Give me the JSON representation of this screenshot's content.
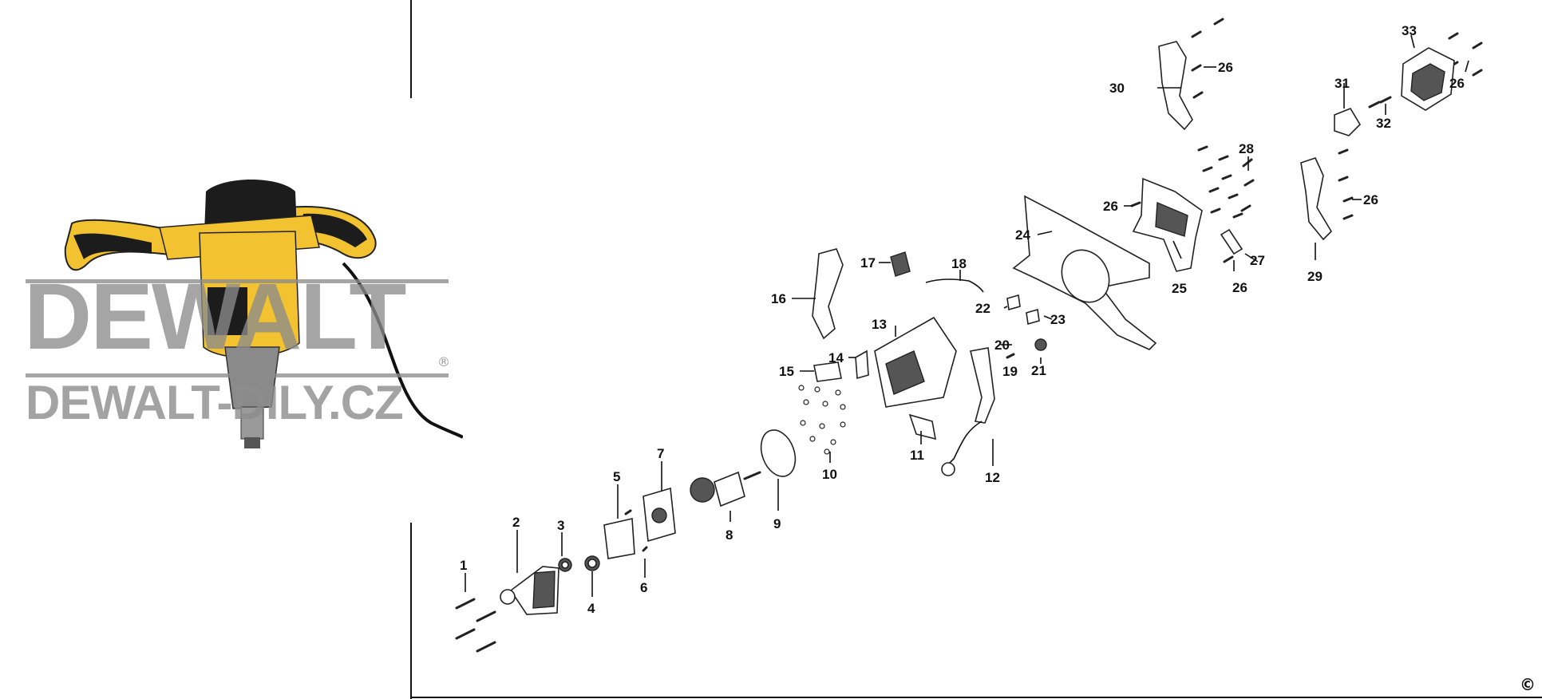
{
  "watermark": {
    "brand": "DEWALT",
    "registered": "®",
    "url": "DEWALT-DILY.CZ"
  },
  "copyright_mark": "©",
  "callouts": [
    "1",
    "2",
    "3",
    "4",
    "5",
    "6",
    "7",
    "8",
    "9",
    "10",
    "11",
    "12",
    "13",
    "14",
    "15",
    "16",
    "17",
    "18",
    "19",
    "20",
    "21",
    "22",
    "23",
    "24",
    "25",
    "26",
    "27",
    "28",
    "29",
    "30",
    "31",
    "32",
    "33"
  ],
  "colors": {
    "tool_yellow": "#f2c230",
    "tool_black": "#1c1c1c",
    "watermark_grey": "#8c8c8c",
    "line": "#111111"
  }
}
